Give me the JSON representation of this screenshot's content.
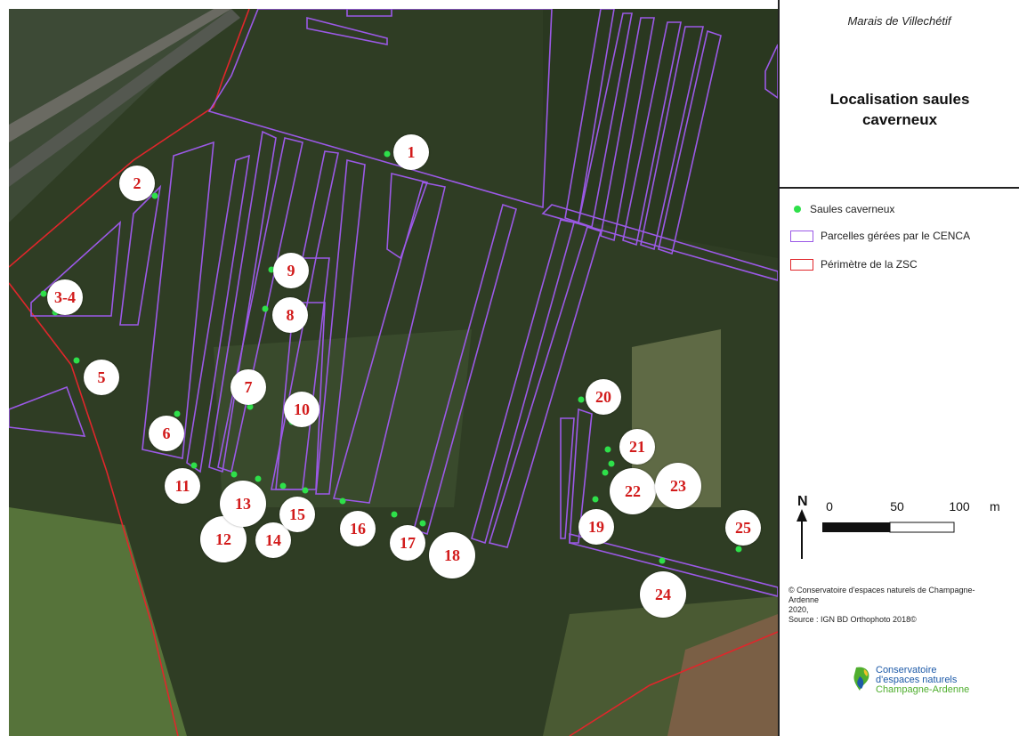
{
  "legend_panel": {
    "site_name": "Marais de Villechétif",
    "title": "Localisation saules caverneux",
    "legend_items": [
      {
        "label": "Saules caverneux",
        "color": "#2ee04a"
      },
      {
        "label": "Parcelles gérées par le CENCA",
        "color": "#9b59e6"
      },
      {
        "label": "Périmètre de la ZSC",
        "color": "#e0262b"
      }
    ],
    "north_label": "N",
    "scale": {
      "ticks": [
        "0",
        "50",
        "100"
      ],
      "unit": "m"
    },
    "credits": [
      "© Conservatoire d'espaces naturels de Champagne-",
      "Ardenne",
      "2020,",
      "Source : IGN BD Orthophoto 2018©"
    ],
    "logo": {
      "line1": "Conservatoire",
      "line2": "d'espaces naturels",
      "line3": "Champagne-Ardenne"
    }
  },
  "map": {
    "willow_labels": [
      "1",
      "2",
      "3-4",
      "5",
      "6",
      "7",
      "8",
      "9",
      "10",
      "11",
      "12",
      "13",
      "14",
      "15",
      "16",
      "17",
      "18",
      "19",
      "20",
      "21",
      "22",
      "23",
      "24",
      "25"
    ]
  }
}
